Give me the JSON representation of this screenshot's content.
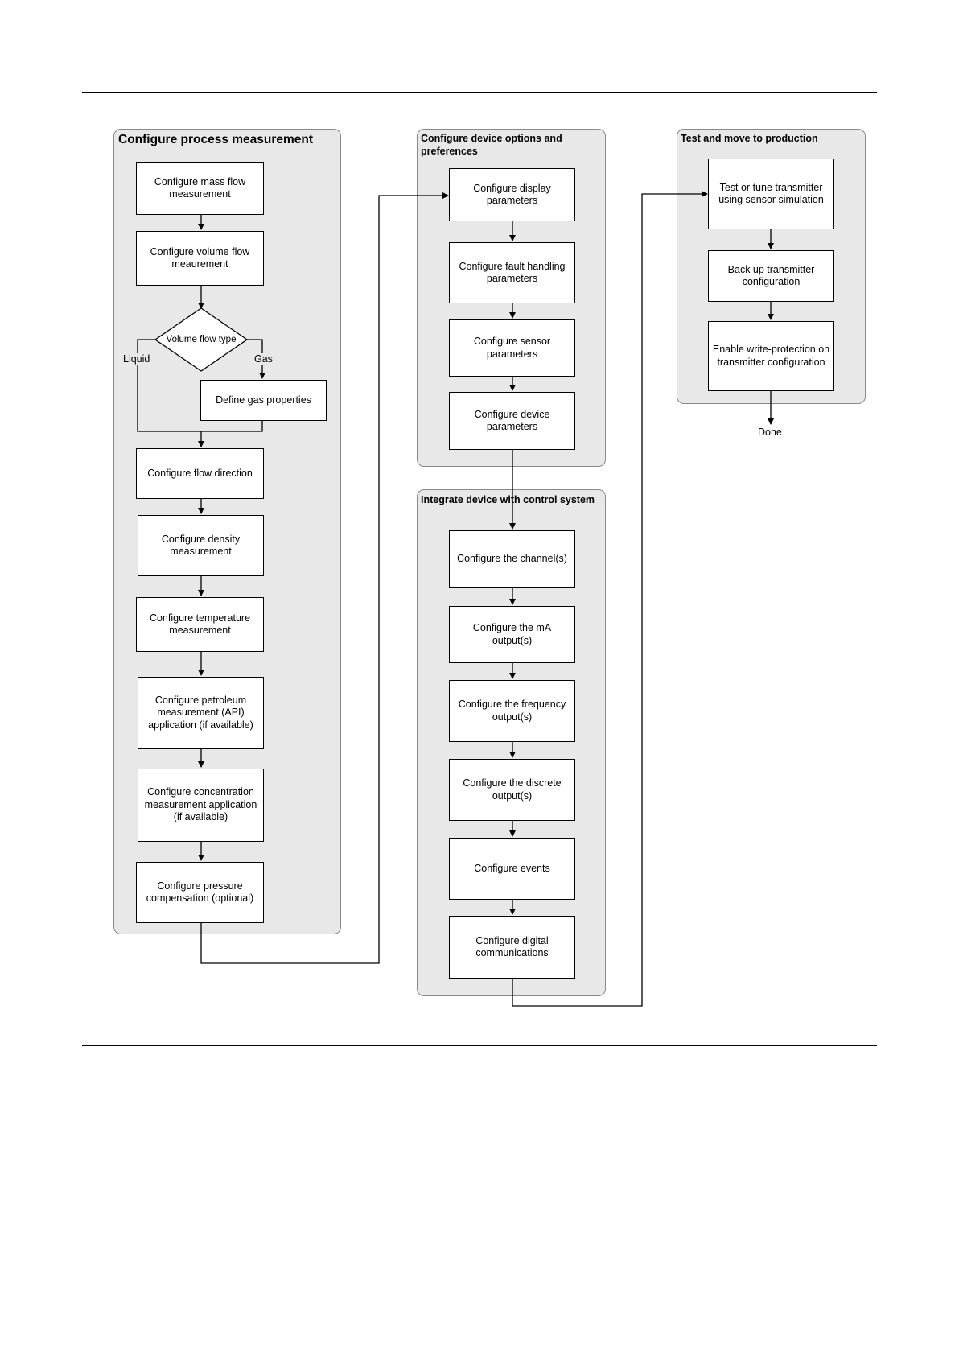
{
  "panels": {
    "process": {
      "title": "Configure process measurement",
      "steps": {
        "mass": "Configure mass flow measurement",
        "volume": "Configure volume flow meaurement",
        "decision": "Volume flow type",
        "liquid": "Liquid",
        "gas": "Gas",
        "gas_props": "Define gas properties",
        "flow_dir": "Configure flow direction",
        "density": "Configure density measurement",
        "temperature": "Configure temperature measurement",
        "petroleum": "Configure petroleum measurement (API) application (if available)",
        "concentration": "Configure concentration measurement application (if available)",
        "pressure": "Configure pressure compensation (optional)"
      }
    },
    "options": {
      "title": "Configure device options and preferences",
      "steps": {
        "display": "Configure display parameters",
        "fault": "Configure fault handling parameters",
        "sensor": "Configure sensor parameters",
        "device": "Configure device parameters"
      }
    },
    "integrate": {
      "title": "Integrate device with control system",
      "steps": {
        "channel": "Configure the channel(s)",
        "ma": "Configure the mA output(s)",
        "frequency": "Configure the frequency output(s)",
        "discrete": "Configure the discrete output(s)",
        "events": "Configure events",
        "digital": "Configure digital communications"
      }
    },
    "test": {
      "title": "Test and move to production",
      "steps": {
        "tune": "Test or tune transmitter using sensor simulation",
        "backup": "Back up transmitter configuration",
        "protect": "Enable write-protection on transmitter configuration"
      },
      "done": "Done"
    }
  }
}
